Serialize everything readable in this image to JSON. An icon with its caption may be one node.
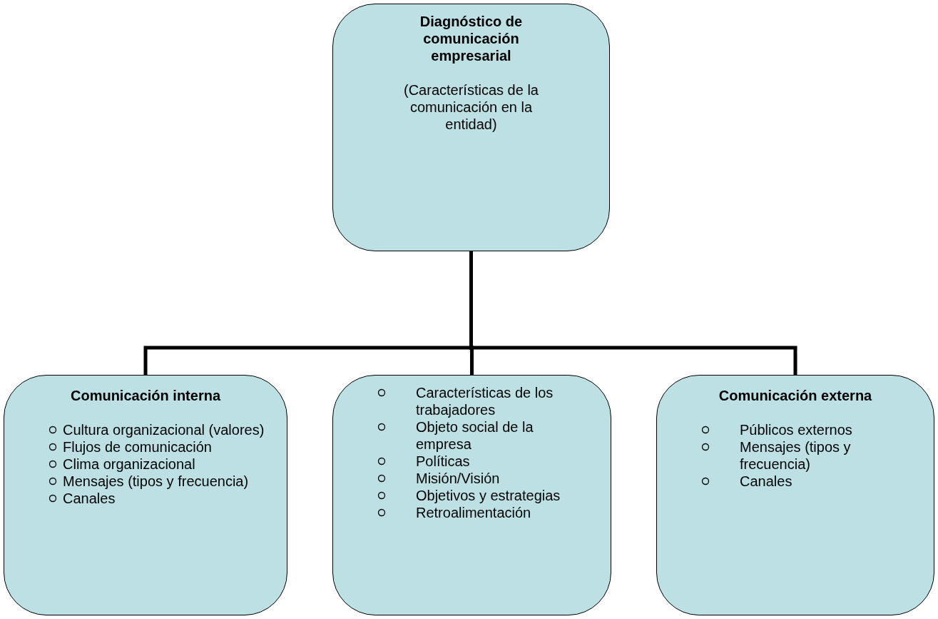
{
  "diagram": {
    "nodes": [
      {
        "text": [
          "Diagnóstico de comunicación empresarial",
          "(Características de la comunicación en la entidad)"
        ]
      },
      {
        "text": [
          "Comunicación interna",
          "Cultura organizacional (valores)",
          "Flujos de comunicación",
          "Clima organizacional",
          "Mensajes (tipos y frecuencia)",
          "Canales"
        ]
      },
      {
        "text": [
          "Características de los trabajadores",
          "Objeto social de la empresa",
          "Políticas",
          "Misión/Visión",
          "Objetivos y estrategias",
          "Retroalimentación"
        ]
      },
      {
        "text": [
          "Comunicación externa",
          "Públicos externos",
          "Mensajes (tipos y frecuencia)",
          "Canales"
        ]
      }
    ],
    "edges": [
      {
        "from": 0,
        "to": 1,
        "arrow": "none"
      },
      {
        "from": 0,
        "to": 2,
        "arrow": "none"
      },
      {
        "from": 0,
        "to": 3,
        "arrow": "none"
      }
    ]
  }
}
